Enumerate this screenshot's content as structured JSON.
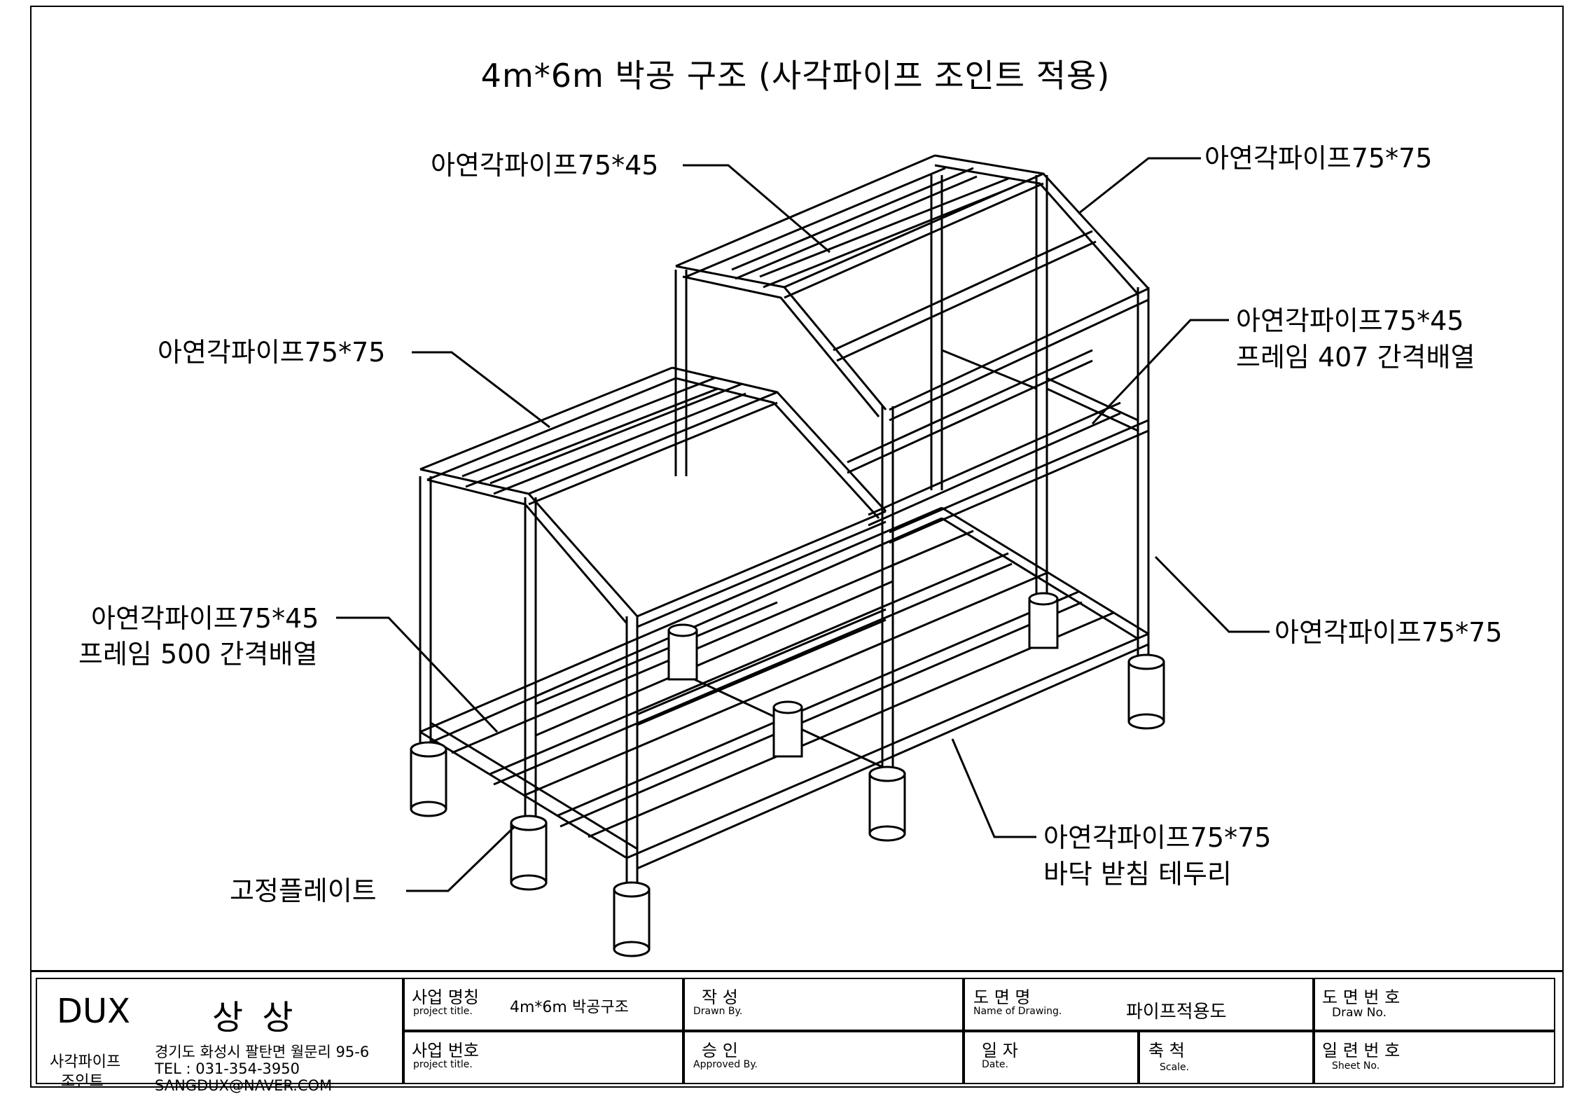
{
  "title": "4m*6m 박공 구조 (사각파이프 조인트 적용)",
  "callouts": {
    "top_left": "아연각파이프75*45",
    "top_right": "아연각파이프75*75",
    "left_mid": "아연각파이프75*75",
    "right_mid_1": "아연각파이프75*45",
    "right_mid_2": "프레임 407 간격배열",
    "left_low_1": "아연각파이프75*45",
    "left_low_2": "프레임 500 간격배열",
    "right_low": "아연각파이프75*75",
    "bottom_center_1": "아연각파이프75*75",
    "bottom_center_2": "바닥 받침 테두리",
    "bottom_left": "고정플레이트"
  },
  "title_block": {
    "brand": "DUX",
    "brand_korean": "상 상",
    "company_line1": "사각파이프",
    "company_line2": "조인트",
    "address": "경기도 화성시 팔탄면 월문리 95-6",
    "tel": "TEL : 031-354-3950",
    "email": "SANGDUX@NAVER.COM",
    "project_name_ko": "사업 명칭",
    "project_name_en": "project title.",
    "project_name_value": "4m*6m 박공구조",
    "project_no_ko": "사업 번호",
    "project_no_en": "project title.",
    "drawn_ko": "작 성",
    "drawn_en": "Drawn By.",
    "approved_ko": "승 인",
    "approved_en": "Approved By.",
    "drawing_name_ko": "도 면 명",
    "drawing_name_en": "Name of Drawing.",
    "drawing_name_value": "파이프적용도",
    "date_ko": "일 자",
    "date_en": "Date.",
    "scale_ko": "축 척",
    "scale_en": "Scale.",
    "draw_no_ko": "도 면 번 호",
    "draw_no_en": "Draw No.",
    "sheet_no_ko": "일 련 번 호",
    "sheet_no_en": "Sheet No."
  }
}
